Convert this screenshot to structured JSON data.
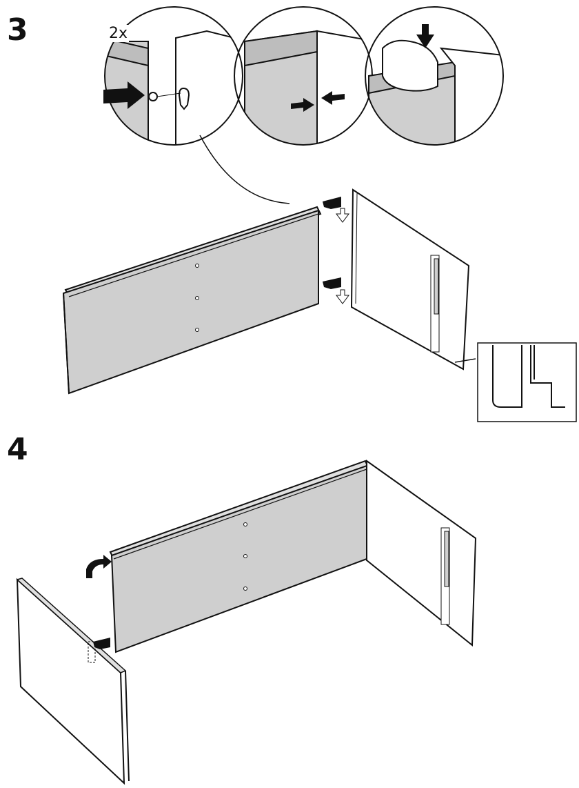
{
  "steps": [
    {
      "number": "3",
      "quantity_callout": "2x"
    },
    {
      "number": "4"
    }
  ],
  "colors": {
    "panel_fill": "#cfcfcf",
    "outline": "#111111",
    "arrow_fill": "#111111",
    "background": "#ffffff"
  },
  "icons": [
    "push-arrow-icon",
    "down-arrow-icon",
    "hand-icon",
    "curved-arrow-icon"
  ]
}
